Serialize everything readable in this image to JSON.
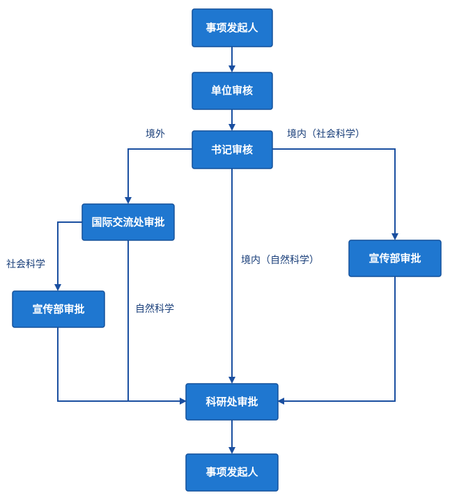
{
  "nodes": {
    "initiator_top": "事项发起人",
    "unit_review": "单位审核",
    "secretary_review": "书记审核",
    "intl_office": "国际交流处审批",
    "propaganda_right": "宣传部审批",
    "propaganda_left": "宣传部审批",
    "research_office": "科研处审批",
    "initiator_bottom": "事项发起人"
  },
  "edge_labels": {
    "overseas": "境外",
    "domestic_social": "境内（社会科学）",
    "domestic_natural": "境内（自然科学）",
    "social_science": "社会科学",
    "natural_science": "自然科学"
  },
  "colors": {
    "node_fill": "#1f77d0",
    "node_border": "#14509a",
    "edge": "#1a4fa0",
    "label_text": "#1a3f7a"
  }
}
